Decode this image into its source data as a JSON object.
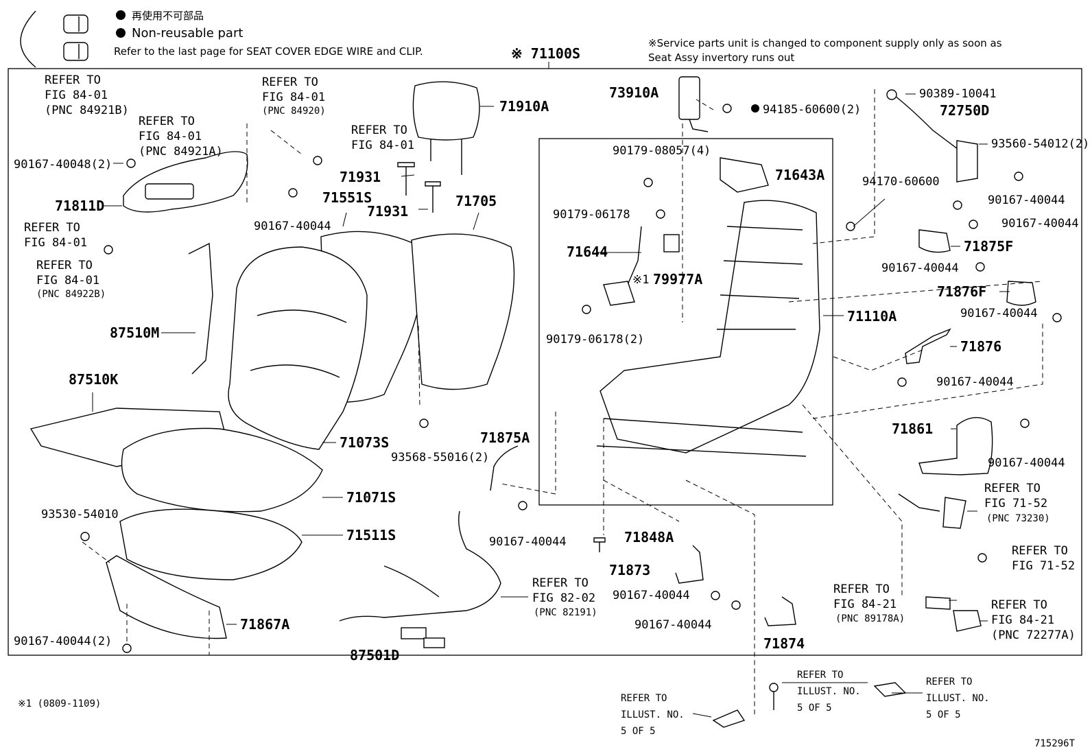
{
  "legend": {
    "jp_label": "再使用不可部品",
    "en_label": "Non-reusable part",
    "refer_note": "Refer to the last page for SEAT COVER EDGE WIRE and CLIP."
  },
  "assembly_label": "※ 71100S",
  "service_note": "※Service parts unit is changed to component supply only as soon as Seat Assy invertory runs out",
  "footnote": "※1 (0809-1109)",
  "figure_id": "715296T",
  "callouts": [
    {
      "id": "c1",
      "lines": [
        "REFER TO",
        "FIG 84-01",
        "(PNC 84921B)"
      ]
    },
    {
      "id": "c2",
      "lines": [
        "REFER TO",
        "FIG 84-01",
        "(PNC 84921A)"
      ]
    },
    {
      "id": "c3",
      "lines": [
        "REFER TO",
        "FIG 84-01",
        "(PNC 84920)"
      ]
    },
    {
      "id": "c4",
      "lines": [
        "REFER TO",
        "FIG 84-01"
      ]
    },
    {
      "id": "c5",
      "lines": [
        "REFER TO",
        "FIG 84-01"
      ]
    },
    {
      "id": "c6",
      "lines": [
        "REFER TO",
        "FIG 84-01",
        "(PNC 84922B)"
      ]
    },
    {
      "id": "c7",
      "lines": [
        "REFER TO",
        "FIG 71-52",
        "(PNC 73230)"
      ]
    },
    {
      "id": "c8",
      "lines": [
        "REFER TO",
        "FIG 71-52"
      ]
    },
    {
      "id": "c9",
      "lines": [
        "REFER TO",
        "FIG 84-21",
        "(PNC 89178A)"
      ]
    },
    {
      "id": "c10",
      "lines": [
        "REFER TO",
        "FIG 84-21",
        "(PNC 72277A)"
      ]
    },
    {
      "id": "c11",
      "lines": [
        "REFER TO",
        "FIG 82-02",
        "(PNC 82191)"
      ]
    },
    {
      "id": "c12",
      "lines": [
        "REFER TO",
        "ILLUST. NO.",
        "5 OF 5"
      ]
    },
    {
      "id": "c13",
      "lines": [
        "REFER TO",
        "ILLUST. NO.",
        "5 OF 5"
      ]
    },
    {
      "id": "c14",
      "lines": [
        "REFER TO",
        "ILLUST. NO.",
        "5 OF 5"
      ]
    }
  ],
  "parts": {
    "p71910A": "71910A",
    "p71931a": "71931",
    "p71931b": "71931",
    "p71551S": "71551S",
    "p71705": "71705",
    "p90167_40048": "90167-40048(2)",
    "p71811D": "71811D",
    "p90167_40044_a": "90167-40044",
    "p87510M": "87510M",
    "p87510K": "87510K",
    "p71073S": "71073S",
    "p93568": "93568-55016(2)",
    "p71071S": "71071S",
    "p93530": "93530-54010",
    "p71511S": "71511S",
    "p71867A": "71867A",
    "p90167_40044_2": "90167-40044(2)",
    "p87501D": "87501D",
    "p71875A": "71875A",
    "p90167_40044_b": "90167-40044",
    "p73910A": "73910A",
    "p94185": "94185-60600(2)",
    "p90179_08057": "90179-08057(4)",
    "p71643A": "71643A",
    "p90179_06178": "90179-06178",
    "p71644": "71644",
    "p79977A": "79977A",
    "p79977A_mark": "※1",
    "p90179_06178_2": "90179-06178(2)",
    "p71110A": "71110A",
    "p71848A": "71848A",
    "p71873": "71873",
    "p90167_40044_c": "90167-40044",
    "p90167_40044_d": "90167-40044",
    "p71874": "71874",
    "p90389": "90389-10041",
    "p72750D": "72750D",
    "p93560": "93560-54012(2)",
    "p94170": "94170-60600",
    "p90167_40044_e": "90167-40044",
    "p90167_40044_f": "90167-40044",
    "p71875F": "71875F",
    "p90167_40044_g": "90167-40044",
    "p71876F": "71876F",
    "p90167_40044_h": "90167-40044",
    "p71876": "71876",
    "p90167_40044_i": "90167-40044",
    "p71861": "71861",
    "p90167_40044_j": "90167-40044"
  }
}
